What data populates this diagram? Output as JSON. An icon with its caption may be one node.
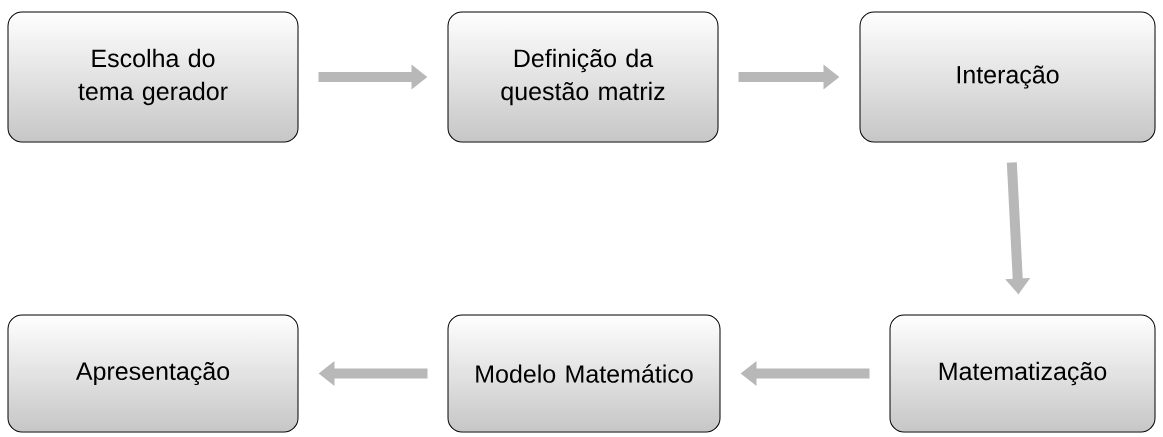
{
  "diagram": {
    "nodes": [
      {
        "text": [
          "Escolha do tema gerador"
        ]
      },
      {
        "text": [
          "Definição da questão matriz"
        ]
      },
      {
        "text": [
          "Interação"
        ]
      },
      {
        "text": [
          "Matematização"
        ]
      },
      {
        "text": [
          "Modelo Matemático"
        ]
      },
      {
        "text": [
          "Apresentação"
        ]
      }
    ],
    "edges": [
      {
        "from": 0,
        "to": 1,
        "arrow": "to"
      },
      {
        "from": 1,
        "to": 2,
        "arrow": "to"
      },
      {
        "from": 2,
        "to": 3,
        "arrow": "to"
      },
      {
        "from": 3,
        "to": 4,
        "arrow": "to"
      },
      {
        "from": 4,
        "to": 5,
        "arrow": "to"
      }
    ]
  }
}
